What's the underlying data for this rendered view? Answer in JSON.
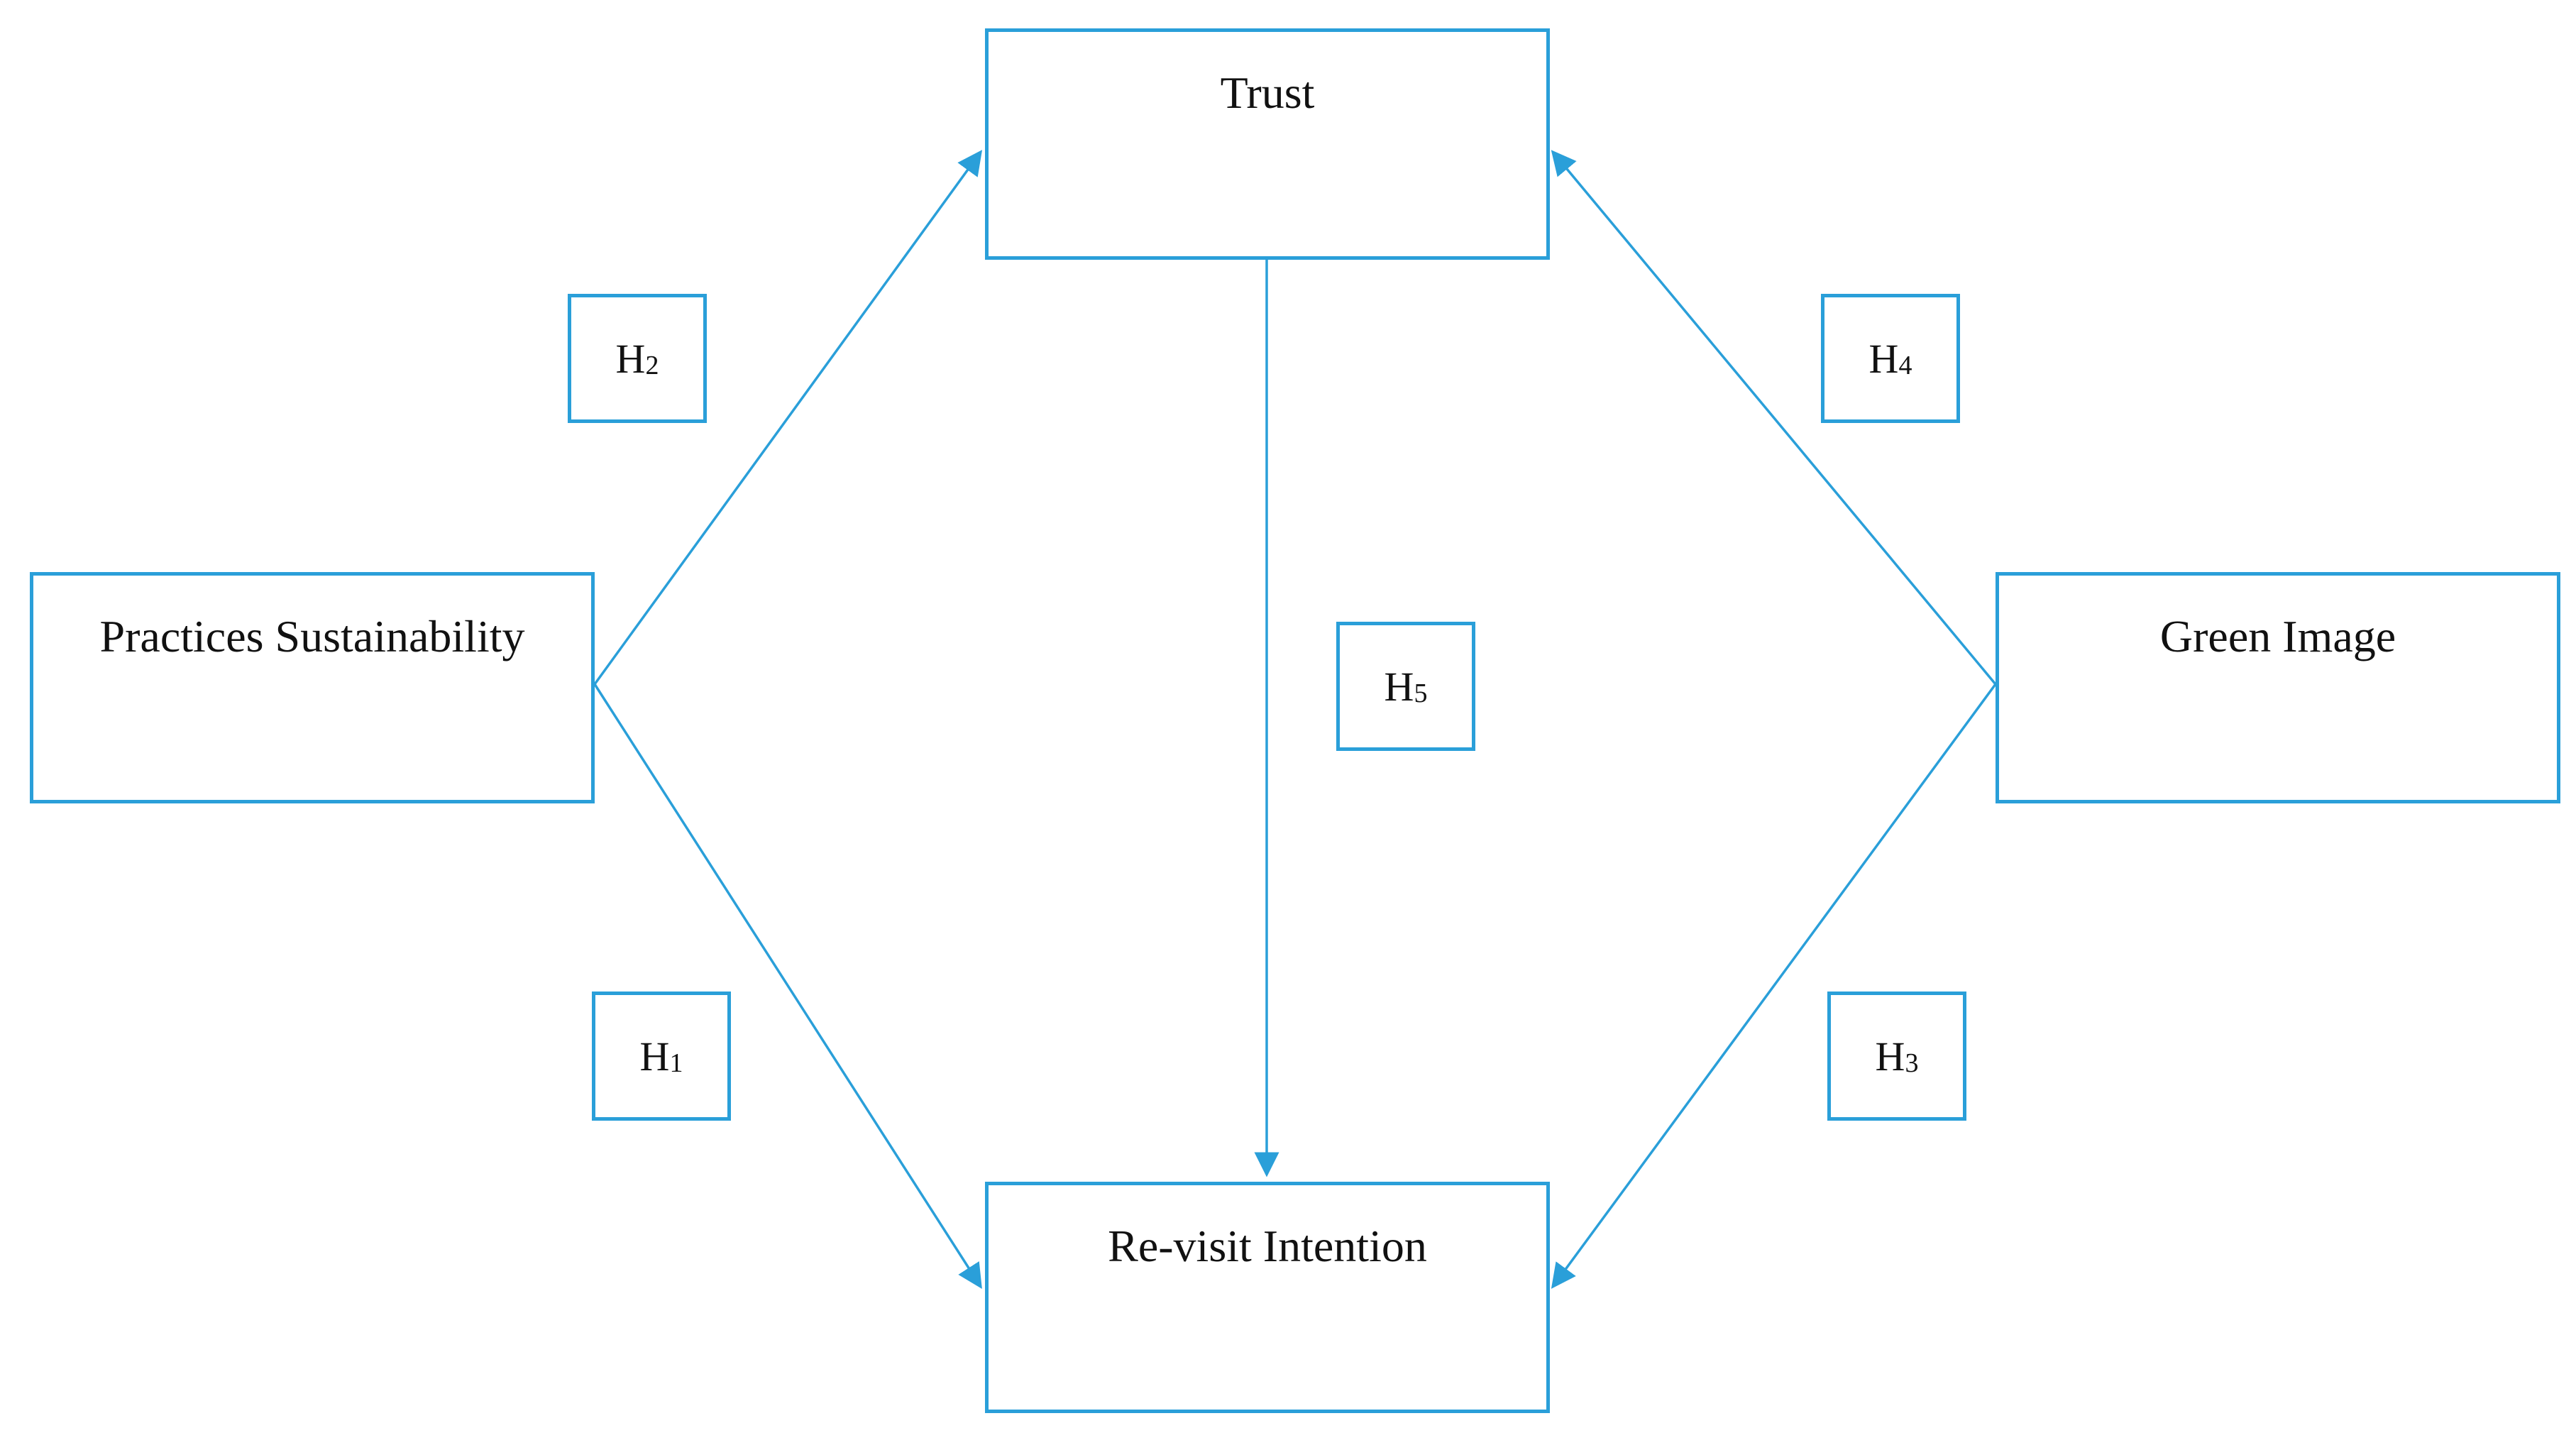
{
  "diagram": {
    "nodes": {
      "trust": {
        "label": "Trust"
      },
      "practices_sustainability": {
        "label": "Practices Sustainability"
      },
      "green_image": {
        "label": "Green Image"
      },
      "revisit_intention": {
        "label": "Re-visit Intention"
      }
    },
    "hypotheses": {
      "h1": {
        "letter": "H",
        "index": "1"
      },
      "h2": {
        "letter": "H",
        "index": "2"
      },
      "h3": {
        "letter": "H",
        "index": "3"
      },
      "h4": {
        "letter": "H",
        "index": "4"
      },
      "h5": {
        "letter": "H",
        "index": "5"
      }
    },
    "edges": [
      {
        "from": "Practices Sustainability",
        "to": "Re-visit Intention",
        "hypothesis": "H1"
      },
      {
        "from": "Practices Sustainability",
        "to": "Trust",
        "hypothesis": "H2"
      },
      {
        "from": "Green Image",
        "to": "Re-visit Intention",
        "hypothesis": "H3"
      },
      {
        "from": "Green Image",
        "to": "Trust",
        "hypothesis": "H4"
      },
      {
        "from": "Trust",
        "to": "Re-visit Intention",
        "hypothesis": "H5"
      }
    ],
    "colors": {
      "stroke": "#2a9fd9",
      "text": "#111111",
      "background": "#ffffff"
    }
  }
}
